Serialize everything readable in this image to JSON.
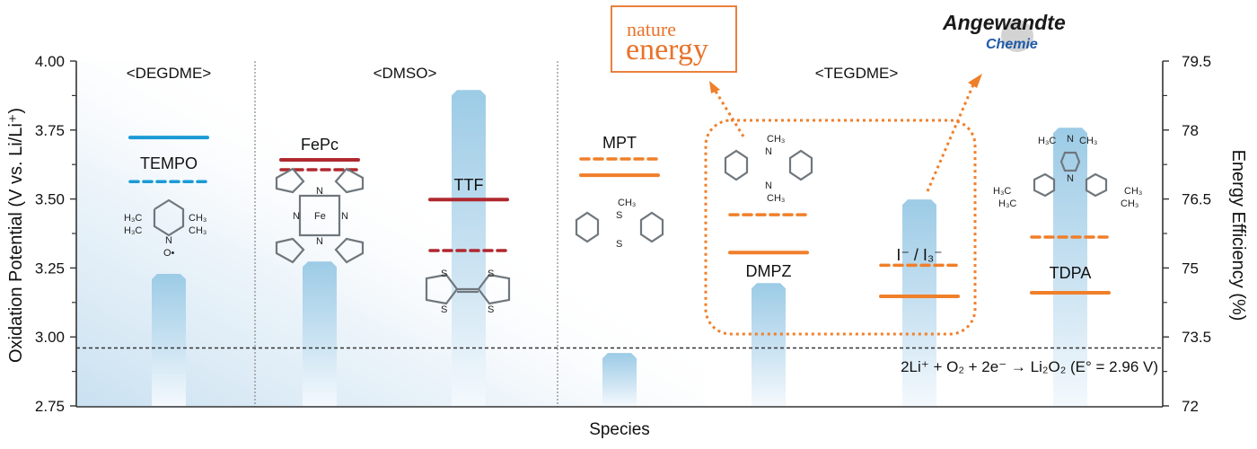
{
  "chart_data": {
    "type": "bar",
    "title": "",
    "xlabel": "Species",
    "ylabel": "Oxidation Potential (V vs. Li/Li⁺)",
    "y2label": "Energy Efficiency (%)",
    "ylim": [
      2.75,
      4.0
    ],
    "y2lim": [
      72,
      79.5
    ],
    "yticks": [
      "4.00",
      "3.75",
      "3.50",
      "3.25",
      "3.00",
      "2.75"
    ],
    "y2ticks": [
      "79.5",
      "78",
      "76.5",
      "75",
      "73.5",
      "72"
    ],
    "grid": false,
    "solvent_groups": [
      {
        "label": "<DEGDME>",
        "species": [
          "TEMPO"
        ]
      },
      {
        "label": "<DMSO>",
        "species": [
          "FePc",
          "TTF"
        ]
      },
      {
        "label": "<TEGDME>",
        "species": [
          "MPT",
          "DMPZ",
          "I⁻ / I₃⁻",
          "TDPA"
        ]
      }
    ],
    "categories": [
      "TEMPO",
      "FePc",
      "TTF",
      "MPT",
      "DMPZ",
      "I⁻ / I₃⁻",
      "TDPA"
    ],
    "series": [
      {
        "name": "Energy efficiency (bar, right axis, %)",
        "values": [
          74.87,
          75.14,
          78.87,
          73.15,
          74.67,
          76.49,
          78.05
        ]
      },
      {
        "name": "Oxidation potential, solid line (V)",
        "values": [
          3.723,
          3.642,
          3.498,
          3.586,
          3.306,
          3.147,
          3.16
        ]
      },
      {
        "name": "Oxidation potential, dashed line (V)",
        "values": [
          3.563,
          3.606,
          3.313,
          3.645,
          3.443,
          3.26,
          3.362
        ]
      }
    ],
    "reference_line": {
      "value": 2.96,
      "label": "2Li⁺ + O₂ + 2e⁻ → Li₂O₂ (E° = 2.96 V)"
    },
    "annotations": {
      "journal_1": {
        "line1": "nature",
        "line2": "energy"
      },
      "journal_2": {
        "line1": "Angewandte",
        "line2": "Chemie"
      },
      "highlighted_species": [
        "DMPZ",
        "I⁻ / I₃⁻"
      ]
    },
    "colors": {
      "TEMPO": "#1a9ad6",
      "FePc": "#b0282f",
      "TTF": "#b0282f",
      "MPT": "#f07f2a",
      "DMPZ": "#f07f2a",
      "I3": "#f07f2a",
      "TDPA": "#f07f2a",
      "bar": "#9ccbe6",
      "journal_1": "#e8732a",
      "journal_2_sub": "#1f5aa8"
    }
  },
  "labels": {
    "species": [
      "TEMPO",
      "FePc",
      "TTF",
      "MPT",
      "DMPZ",
      "I⁻ / I₃⁻",
      "TDPA"
    ],
    "solvents": [
      "<DEGDME>",
      "<DMSO>",
      "<TEGDME>"
    ],
    "reaction": "2Li⁺ + O₂ + 2e⁻ → Li₂O₂ (E° = 2.96 V)"
  }
}
